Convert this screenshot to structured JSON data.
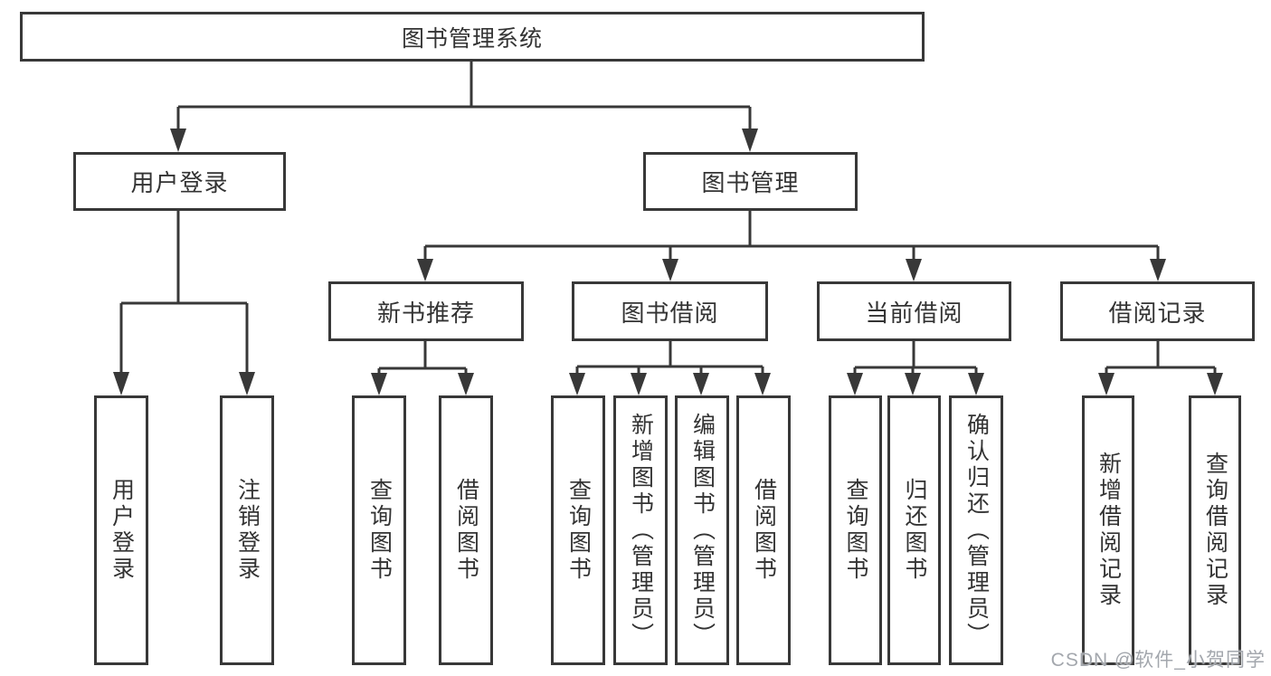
{
  "tree": {
    "root": {
      "label": "图书管理系统",
      "children": {
        "login": {
          "label": "用户登录",
          "children": {
            "user_login": {
              "label": "用户登录"
            },
            "logout": {
              "label": "注销登录"
            }
          }
        },
        "management": {
          "label": "图书管理",
          "children": {
            "new_books": {
              "label": "新书推荐",
              "children": {
                "query_books": {
                  "label": "查询图书"
                },
                "borrow_books": {
                  "label": "借阅图书"
                }
              }
            },
            "borrowing": {
              "label": "图书借阅",
              "children": {
                "query_books": {
                  "label": "查询图书"
                },
                "add_books_admin": {
                  "label": "新增图书（管理员）"
                },
                "edit_books_admin": {
                  "label": "编辑图书（管理员）"
                },
                "borrow_books": {
                  "label": "借阅图书"
                }
              }
            },
            "current": {
              "label": "当前借阅",
              "children": {
                "query_books": {
                  "label": "查询图书"
                },
                "return_books": {
                  "label": "归还图书"
                },
                "confirm_return_admin": {
                  "label": "确认归还（管理员）"
                }
              }
            },
            "records": {
              "label": "借阅记录",
              "children": {
                "add_record": {
                  "label": "新增借阅记录"
                },
                "query_record": {
                  "label": "查询借阅记录"
                }
              }
            }
          }
        }
      }
    }
  },
  "watermark": {
    "text": "CSDN @软件_小贺同学"
  },
  "colors": {
    "line": "#383838",
    "text": "#333333",
    "background": "#ffffff",
    "watermark": "#a3a7ad"
  }
}
